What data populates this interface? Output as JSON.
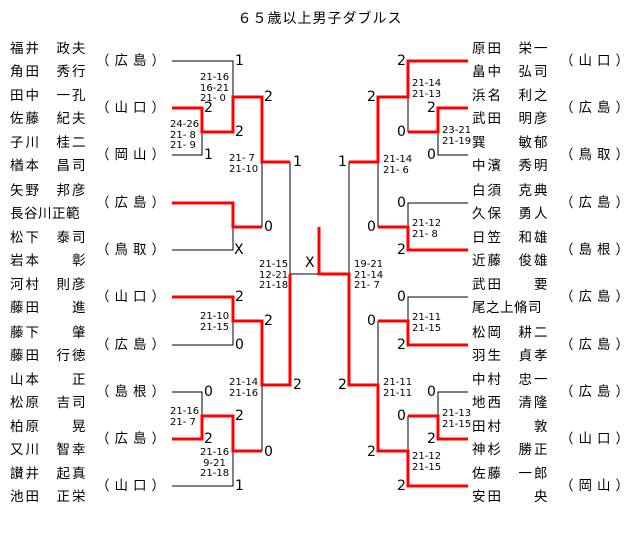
{
  "title": "６５歳以上男子ダブルス",
  "left_teams": [
    {
      "p1": "福井　政夫",
      "p2": "角田　秀行",
      "pref": "（広島）"
    },
    {
      "p1": "田中　一孔",
      "p2": "佐藤　紀夫",
      "pref": "（山口）"
    },
    {
      "p1": "子川　桂二",
      "p2": "楢本　昌司",
      "pref": "（岡山）"
    },
    {
      "p1": "矢野　邦彦",
      "p2": "長谷川正範",
      "pref": "（広島）"
    },
    {
      "p1": "松下　泰司",
      "p2": "岩本　　彰",
      "pref": "（鳥取）"
    },
    {
      "p1": "河村　則彦",
      "p2": "藤田　　進",
      "pref": "（山口）"
    },
    {
      "p1": "藤下　　肇",
      "p2": "藤田　行徳",
      "pref": "（広島）"
    },
    {
      "p1": "山本　　正",
      "p2": "松原　吉司",
      "pref": "（島根）"
    },
    {
      "p1": "柏原　　晃",
      "p2": "又川　智幸",
      "pref": "（広島）"
    },
    {
      "p1": "讃井　起真",
      "p2": "池田　正栄",
      "pref": "（山口）"
    }
  ],
  "right_teams": [
    {
      "p1": "原田　栄一",
      "p2": "畠中　弘司",
      "pref": "（山口）"
    },
    {
      "p1": "浜名　利之",
      "p2": "武田　明彦",
      "pref": "（広島）"
    },
    {
      "p1": "巽　　敏郁",
      "p2": "中濱　秀明",
      "pref": "（鳥取）"
    },
    {
      "p1": "白須　克典",
      "p2": "久保　勇人",
      "pref": "（広島）"
    },
    {
      "p1": "日笠　和雄",
      "p2": "近藤　俊雄",
      "pref": "（島根）"
    },
    {
      "p1": "武田　　要",
      "p2": "尾之上脩司",
      "pref": "（広島）"
    },
    {
      "p1": "松岡　耕二",
      "p2": "羽生　貞孝",
      "pref": "（広島）"
    },
    {
      "p1": "中村　忠一",
      "p2": "地西　清隆",
      "pref": "（広島）"
    },
    {
      "p1": "田村　　敦",
      "p2": "神杉　勝正",
      "pref": "（山口）"
    },
    {
      "p1": "佐藤　一郎",
      "p2": "安田　　央",
      "pref": "（岡山）"
    }
  ],
  "left_results": [
    "1",
    "2",
    "1",
    "2",
    "2",
    "0",
    "X",
    "1",
    "2",
    "0",
    "2",
    "0",
    "2",
    "2",
    "1",
    "0",
    "2"
  ],
  "right_results": [
    "2",
    "2",
    "0",
    "0",
    "2",
    "1",
    "0",
    "0",
    "2",
    "0",
    "2",
    "0",
    "0",
    "2",
    "0",
    "2",
    "2",
    "2"
  ],
  "final_result": "X",
  "left_match_scores": [
    "21-16\n16-21\n21- 0",
    "24-26\n21- 8\n21- 9",
    "21- 7\n21-10",
    "21-15\n12-21\n21-18",
    "21-10\n21-15",
    "21-16\n21- 7",
    "21-16\n 9-21\n21-18",
    "21-14\n21-16"
  ],
  "right_match_scores": [
    "21-14\n21-13",
    "23-21\n21-19",
    "21-14\n21- 6",
    "21-12\n21- 8",
    "19-21\n21-14\n21- 7",
    "21-11\n21-15",
    "21-11\n21-11",
    "21-13\n21-15",
    "21-12\n21-15"
  ],
  "colors": {
    "winner_line": "#ff0000",
    "line": "#000000"
  }
}
